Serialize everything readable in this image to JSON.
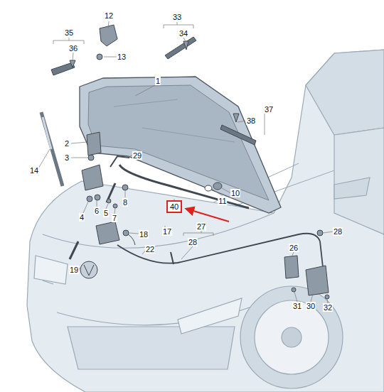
{
  "diagram": {
    "nodes": [
      {
        "text": [
          "40"
        ]
      }
    ],
    "labels": [
      "12",
      "33",
      "34",
      "35",
      "36",
      "13",
      "1",
      "38",
      "37",
      "2",
      "29",
      "3",
      "14",
      "10",
      "8",
      "11",
      "4",
      "6",
      "5",
      "7",
      "27",
      "28",
      "28",
      "17",
      "18",
      "22",
      "26",
      "19",
      "31",
      "30",
      "32"
    ]
  }
}
